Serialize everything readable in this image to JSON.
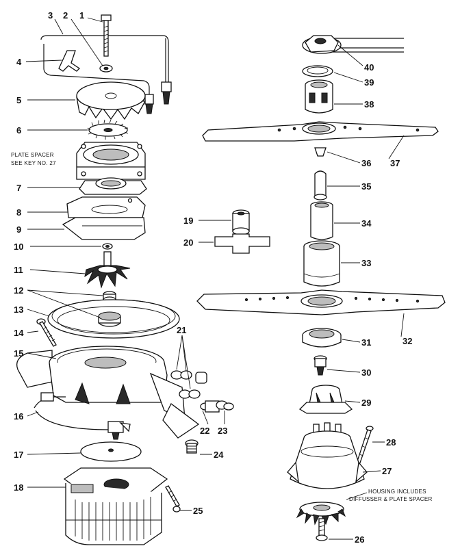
{
  "notes": {
    "plate_spacer_line1": "PLATE SPACER",
    "plate_spacer_line2": "SEE KEY NO. 27",
    "housing_line1": "HOUSING INCLUDES",
    "housing_line2": "DIFFUSSER & PLATE SPACER"
  },
  "callouts": {
    "c1": "1",
    "c2": "2",
    "c3": "3",
    "c4": "4",
    "c5": "5",
    "c6": "6",
    "c7": "7",
    "c8": "8",
    "c9": "9",
    "c10": "10",
    "c11": "11",
    "c12": "12",
    "c13": "13",
    "c14": "14",
    "c15": "15",
    "c16": "16",
    "c17": "17",
    "c18": "18",
    "c19": "19",
    "c20": "20",
    "c21": "21",
    "c22": "22",
    "c23": "23",
    "c24": "24",
    "c25": "25",
    "c26": "26",
    "c27": "27",
    "c28": "28",
    "c29": "29",
    "c30": "30",
    "c31": "31",
    "c32": "32",
    "c33": "33",
    "c34": "34",
    "c35": "35",
    "c36": "36",
    "c37": "37",
    "c38": "38",
    "c39": "39",
    "c40": "40"
  }
}
